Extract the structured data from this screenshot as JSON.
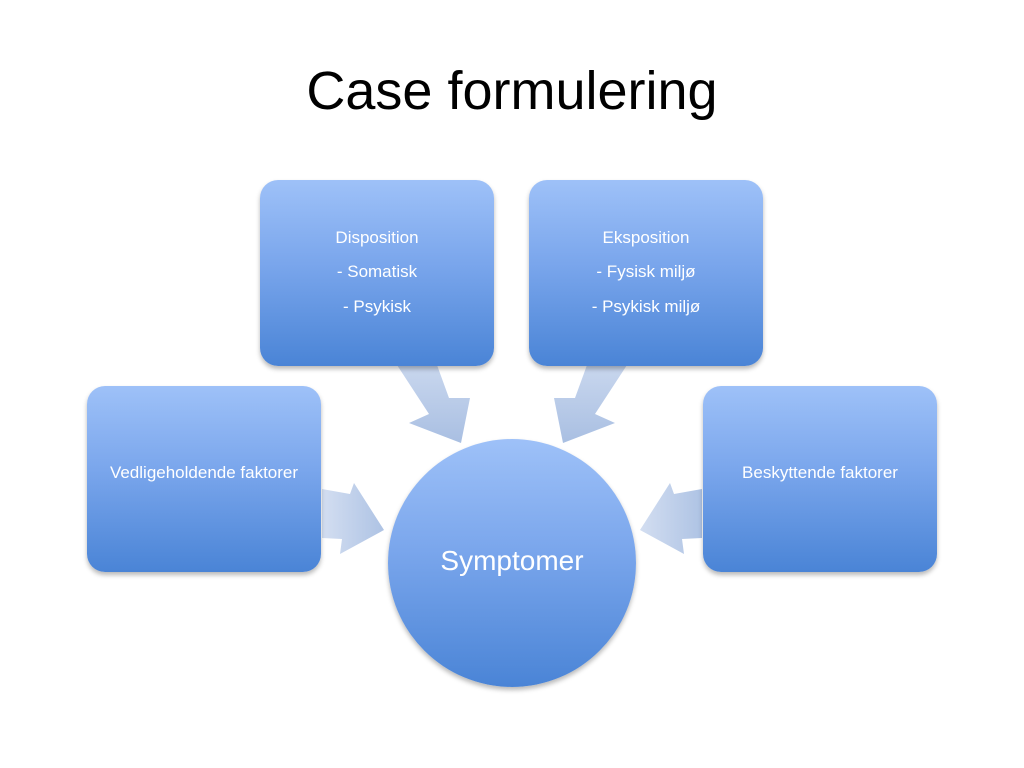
{
  "title": "Case formulering",
  "center": {
    "label": "Symptomer"
  },
  "boxes": {
    "disposition": {
      "lines": [
        "Disposition",
        "- Somatisk",
        "- Psykisk"
      ]
    },
    "eksposition": {
      "lines": [
        "Eksposition",
        "- Fysisk miljø",
        "- Psykisk miljø"
      ]
    },
    "vedligeholdende": {
      "lines": [
        "Vedligeholdende faktorer"
      ]
    },
    "beskyttende": {
      "lines": [
        "Beskyttende faktorer"
      ]
    }
  },
  "colors": {
    "box_top": "#9ec1f8",
    "box_bottom": "#4a84d6",
    "arrow": "#b4c8e6",
    "text": "#ffffff"
  }
}
